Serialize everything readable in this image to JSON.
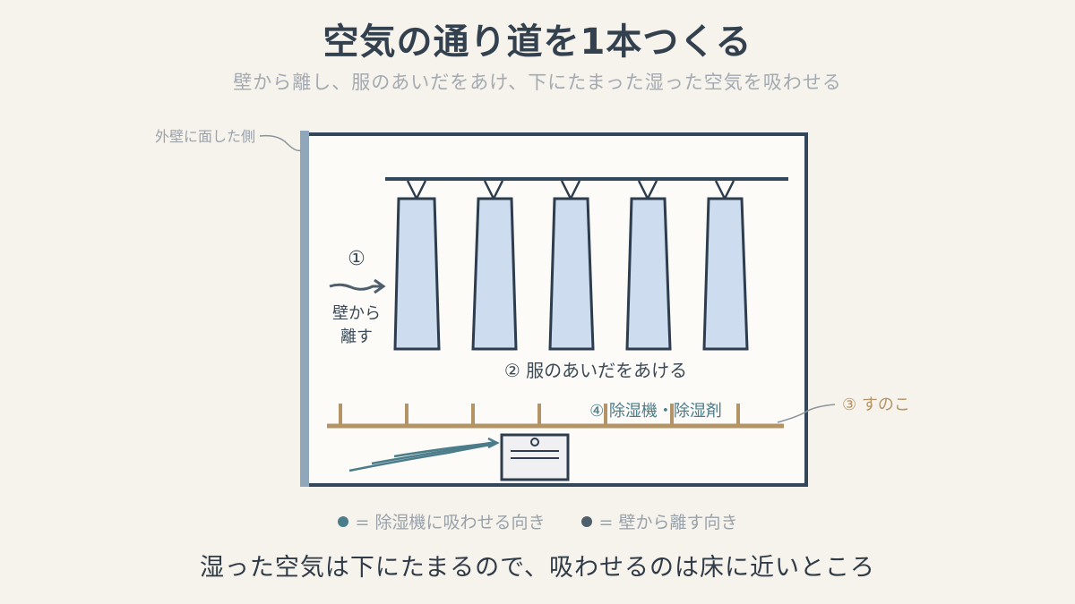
{
  "title": "空気の通り道を1本つくる",
  "subtitle": "壁から離し、服のあいだをあけ、下にたまった湿った空気を吸わせる",
  "labels": {
    "wall": "外壁に面した側",
    "step1_num": "①",
    "step1_line1": "壁から",
    "step1_line2": "離す",
    "step2": "② 服のあいだをあける",
    "step3": "③ すのこ",
    "step4": "④ 除湿機・除湿剤"
  },
  "legend": [
    {
      "text": "= 除湿機に吸わせる向き",
      "color": "#4a7c8a"
    },
    {
      "text": "= 壁から離す向き",
      "color": "#4f5e6d"
    }
  ],
  "footer": "湿った空気は下にたまるので、吸わせるのは床に近いところ",
  "colors": {
    "frame": "#33475b",
    "wall": "#8fa6bb",
    "clothes_fill": "#cddcee",
    "clothes_stroke": "#2e3d4d",
    "sunoko": "#b49466",
    "airflow": "#4a7c8a",
    "arrow_wall": "#4f5e6d"
  },
  "garment_count": 5
}
